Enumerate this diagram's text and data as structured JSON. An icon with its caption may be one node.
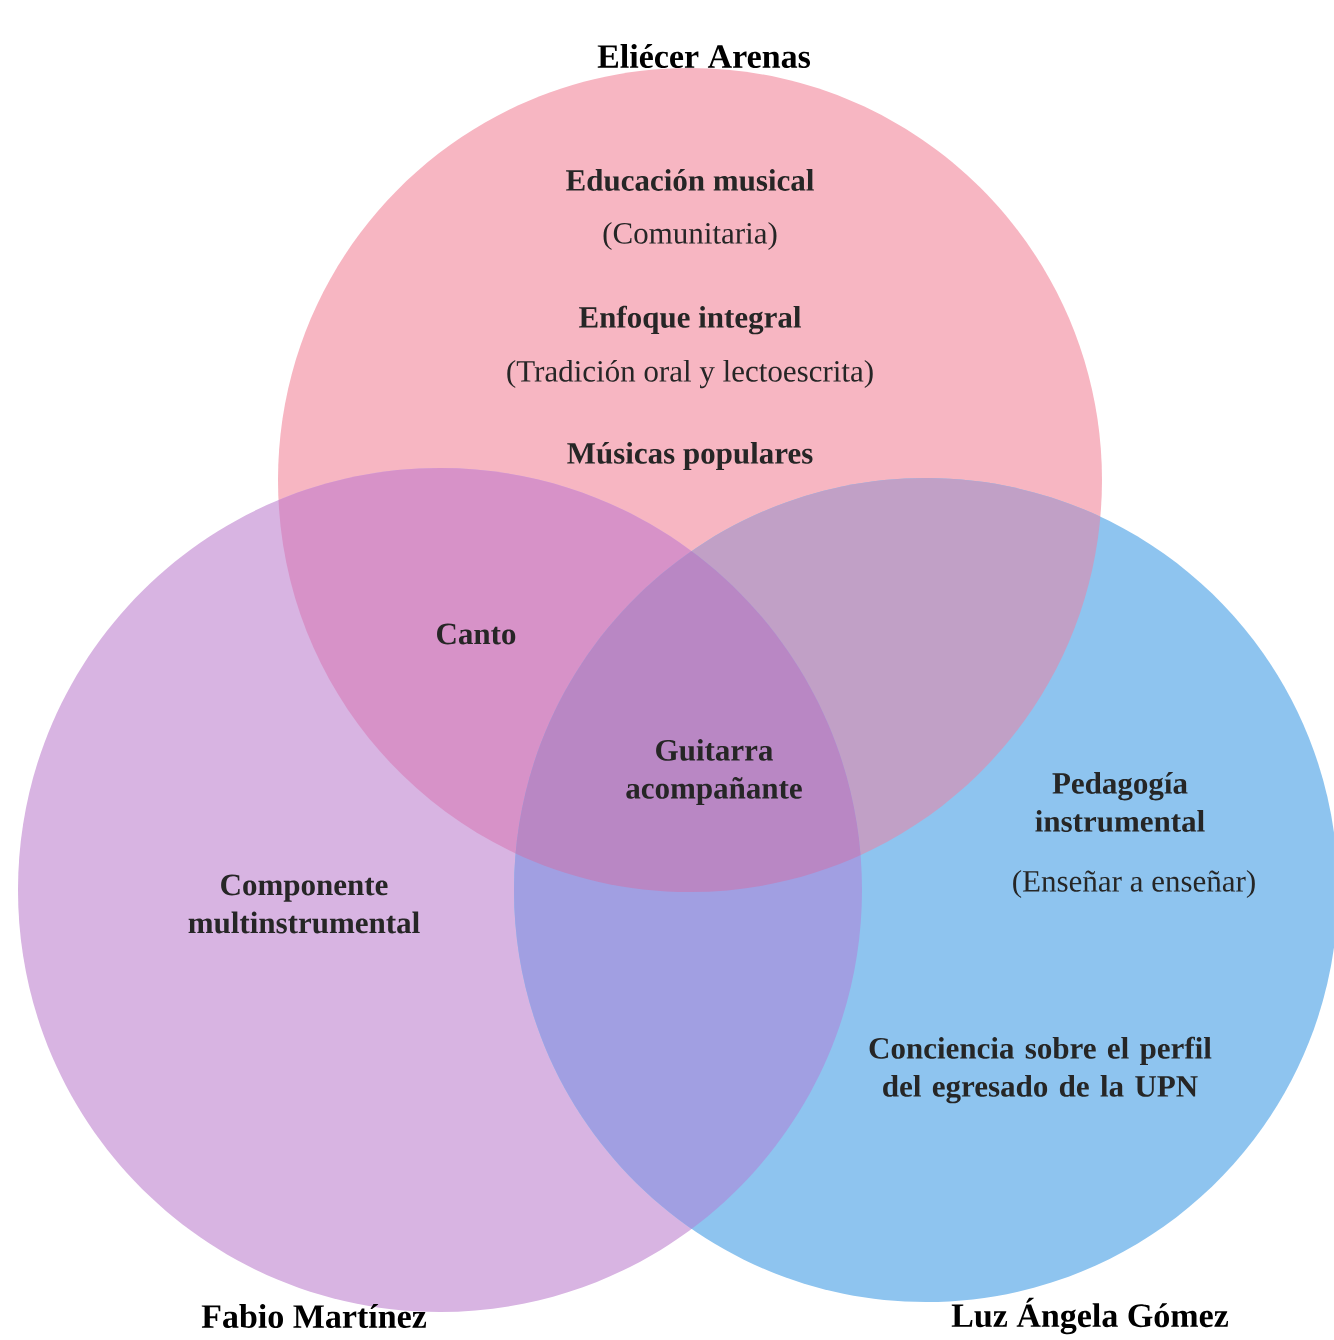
{
  "diagram": {
    "nodes": [
      {
        "text": [
          "Eliécer Arenas"
        ]
      },
      {
        "text": [
          "Fabio Martínez"
        ]
      },
      {
        "text": [
          "Luz Ángela Gómez"
        ]
      }
    ],
    "labels": [
      "Educación musical",
      "(Comunitaria)",
      "Enfoque integral",
      "(Tradición oral y lectoescrita)",
      "Músicas populares",
      "Canto",
      "Guitarra acompañante",
      "Pedagogía instrumental",
      "(Enseñar a enseñar)",
      "Componente multinstrumental",
      "Conciencia sobre el perfil del egresado de la UPN"
    ]
  }
}
